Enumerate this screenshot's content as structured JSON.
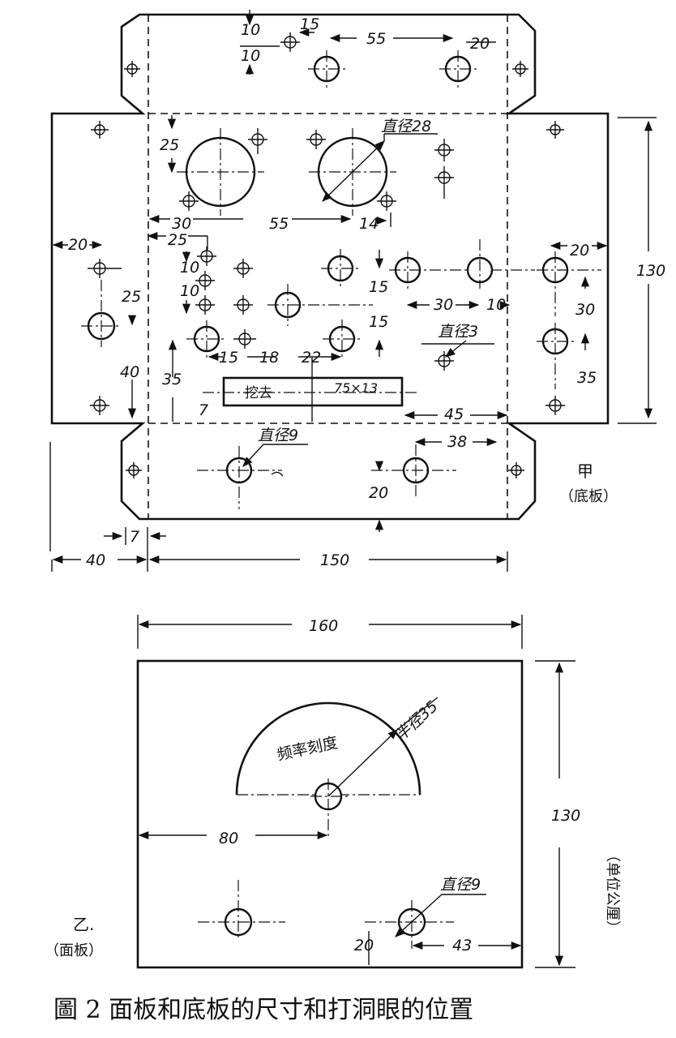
{
  "caption": "圖 2  面板和底板的尺寸和打洞眼的位置",
  "chassis": {
    "label": "甲",
    "sublabel": "（底板）",
    "dims": {
      "top_10a": "10",
      "top_10b": "10",
      "top_15": "15",
      "top_55": "55",
      "top_20": "20",
      "d25_left": "25",
      "d30": "30",
      "d55": "55",
      "d14": "14",
      "left_20": "20",
      "left_25": "25",
      "left_40": "40",
      "m25": "25",
      "m10a": "10",
      "m10b": "10",
      "m35": "35",
      "m7": "7",
      "s15a": "15",
      "s18": "18",
      "s22": "22",
      "c15a": "15",
      "c15b": "15",
      "c30": "30",
      "c10": "10",
      "r20": "20",
      "r30": "30",
      "r35": "35",
      "r130": "130",
      "b45": "45",
      "b38": "38",
      "b20": "20",
      "w7": "7",
      "w40": "40",
      "w150": "150"
    },
    "labels": {
      "dia28": "直径28",
      "dia3": "直径3",
      "dia9": "直径9",
      "cutout": "挖去",
      "cutout_size": "75×13"
    }
  },
  "panel": {
    "label": "乙.",
    "sublabel": "（面板）",
    "dims": {
      "width": "160",
      "height": "130",
      "d80": "80",
      "d20": "20",
      "d43": "43"
    },
    "labels": {
      "dial": "频率刻度",
      "radius": "半径35",
      "dia9": "直径9",
      "unit": "（单位公厘）"
    }
  }
}
